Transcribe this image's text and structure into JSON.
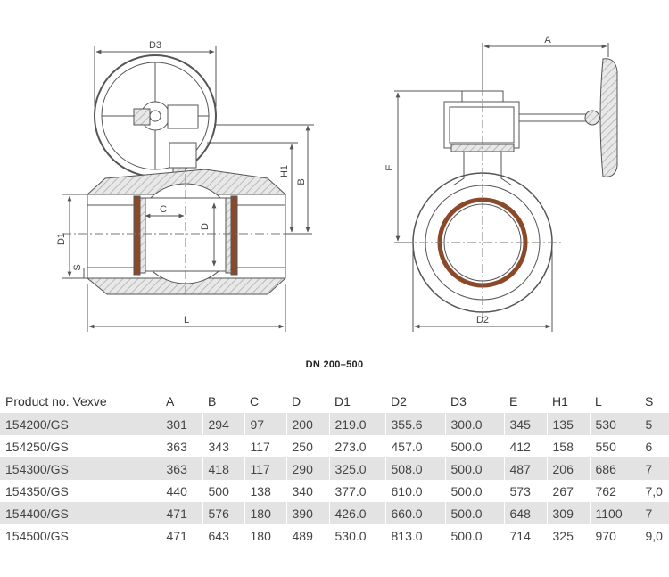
{
  "drawing": {
    "labels": {
      "d3": "D3",
      "a": "A",
      "c": "C",
      "d": "D",
      "d1": "D1",
      "d2": "D2",
      "s": "S",
      "l": "L",
      "b": "B",
      "h1": "H1",
      "e": "E"
    }
  },
  "caption": "DN 200–500",
  "table": {
    "headers": [
      "Product no. Vexve",
      "A",
      "B",
      "C",
      "D",
      "D1",
      "D2",
      "D3",
      "E",
      "H1",
      "L",
      "S"
    ],
    "rows": [
      [
        "154200/GS",
        "301",
        "294",
        "97",
        "200",
        "219.0",
        "355.6",
        "300.0",
        "345",
        "135",
        "530",
        "5"
      ],
      [
        "154250/GS",
        "363",
        "343",
        "117",
        "250",
        "273.0",
        "457.0",
        "500.0",
        "412",
        "158",
        "550",
        "6"
      ],
      [
        "154300/GS",
        "363",
        "418",
        "117",
        "290",
        "325.0",
        "508.0",
        "500.0",
        "487",
        "206",
        "686",
        "7"
      ],
      [
        "154350/GS",
        "440",
        "500",
        "138",
        "340",
        "377.0",
        "610.0",
        "500.0",
        "573",
        "267",
        "762",
        "7,0"
      ],
      [
        "154400/GS",
        "471",
        "576",
        "180",
        "390",
        "426.0",
        "660.0",
        "500.0",
        "648",
        "309",
        "1100",
        "7"
      ],
      [
        "154500/GS",
        "471",
        "643",
        "180",
        "489",
        "530.0",
        "813.0",
        "500.0",
        "714",
        "325",
        "970",
        "9,0"
      ]
    ]
  },
  "colors": {
    "line": "#555555",
    "hatch": "#b9b9b9",
    "seat": "#8a4a2a",
    "row_stripe": "#e3e3e3"
  }
}
